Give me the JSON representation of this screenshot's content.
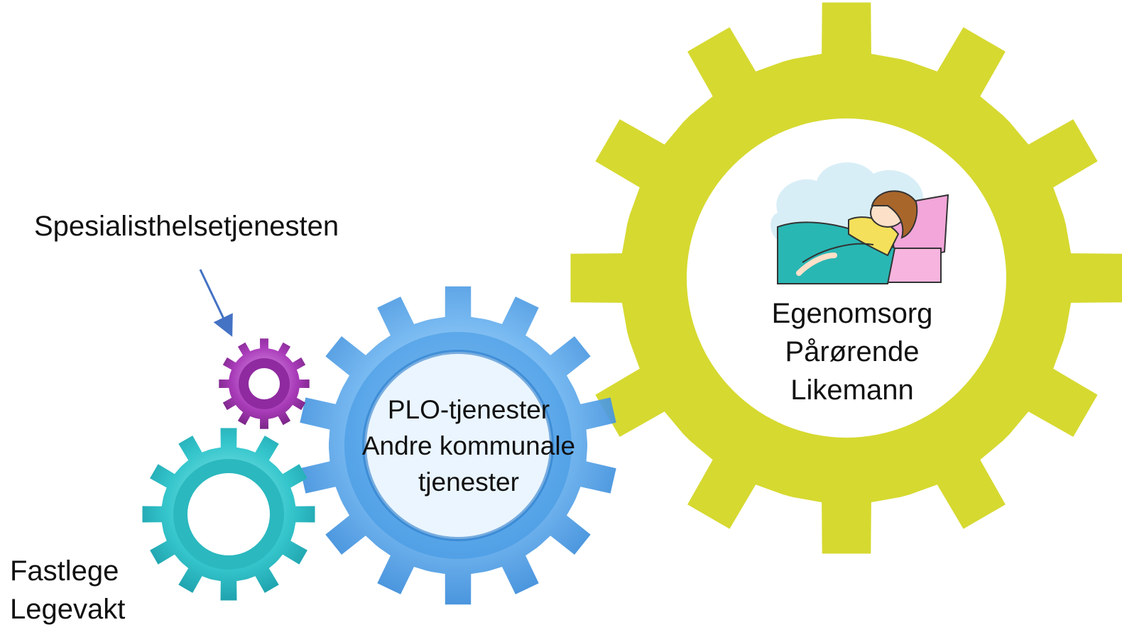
{
  "labels": {
    "specialist": "Spesialisthelsetjenesten",
    "municipal": [
      "PLO-tjenester",
      "Andre kommunale",
      "tjenester"
    ],
    "self_care": [
      "Egenomsorg",
      "Pårørende",
      "Likemann"
    ],
    "primary_care": [
      "Fastlege",
      "Legevakt"
    ]
  },
  "colors": {
    "yellow_gear": "#d6d930",
    "blue_gear": "#5aa6e8",
    "purple_gear": "#a23bb0",
    "teal_gear": "#2ec3c9",
    "arrow": "#4472c4"
  },
  "illustration": "sick-person-in-bed"
}
